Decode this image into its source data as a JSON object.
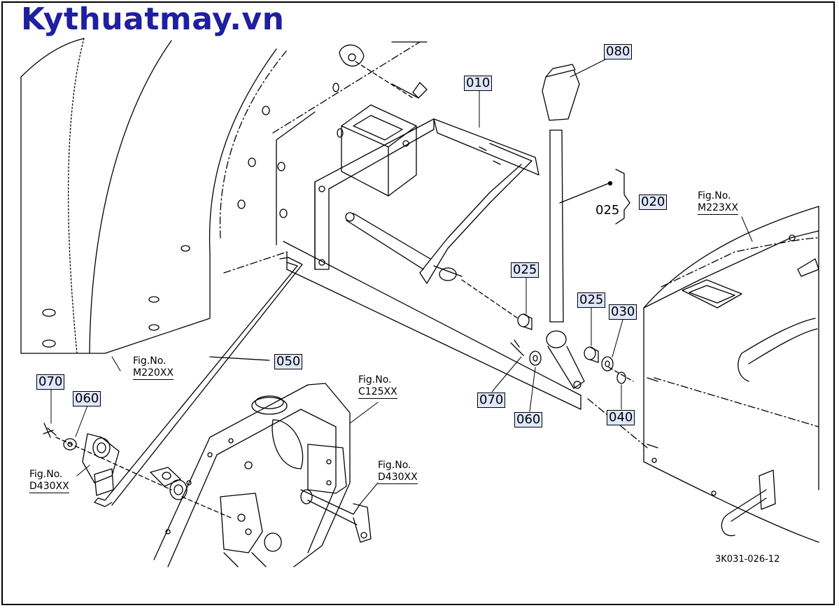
{
  "brand": {
    "text": "Kythuatmay.vn",
    "color": "#1f1fa0"
  },
  "drawing_code": "3K031-026-12",
  "callouts": {
    "c010": "010",
    "c080": "080",
    "c020": "020",
    "c025_bracket": "025",
    "c025_left": "025",
    "c025_right": "025",
    "c030": "030",
    "c040": "040",
    "c050": "050",
    "c060_left": "060",
    "c060_right": "060",
    "c070_left": "070",
    "c070_right": "070"
  },
  "fig_refs": {
    "m220": {
      "label": "Fig.No.",
      "number": "M220XX"
    },
    "m223": {
      "label": "Fig.No.",
      "number": "M223XX"
    },
    "c125": {
      "label": "Fig.No.",
      "number": "C125XX"
    },
    "d430_left": {
      "label": "Fig.No.",
      "number": "D430XX"
    },
    "d430_right": {
      "label": "Fig.No.",
      "number": "D430XX"
    }
  },
  "colors": {
    "callout_box_fill": "#dfe7ff",
    "line": "#000000"
  }
}
